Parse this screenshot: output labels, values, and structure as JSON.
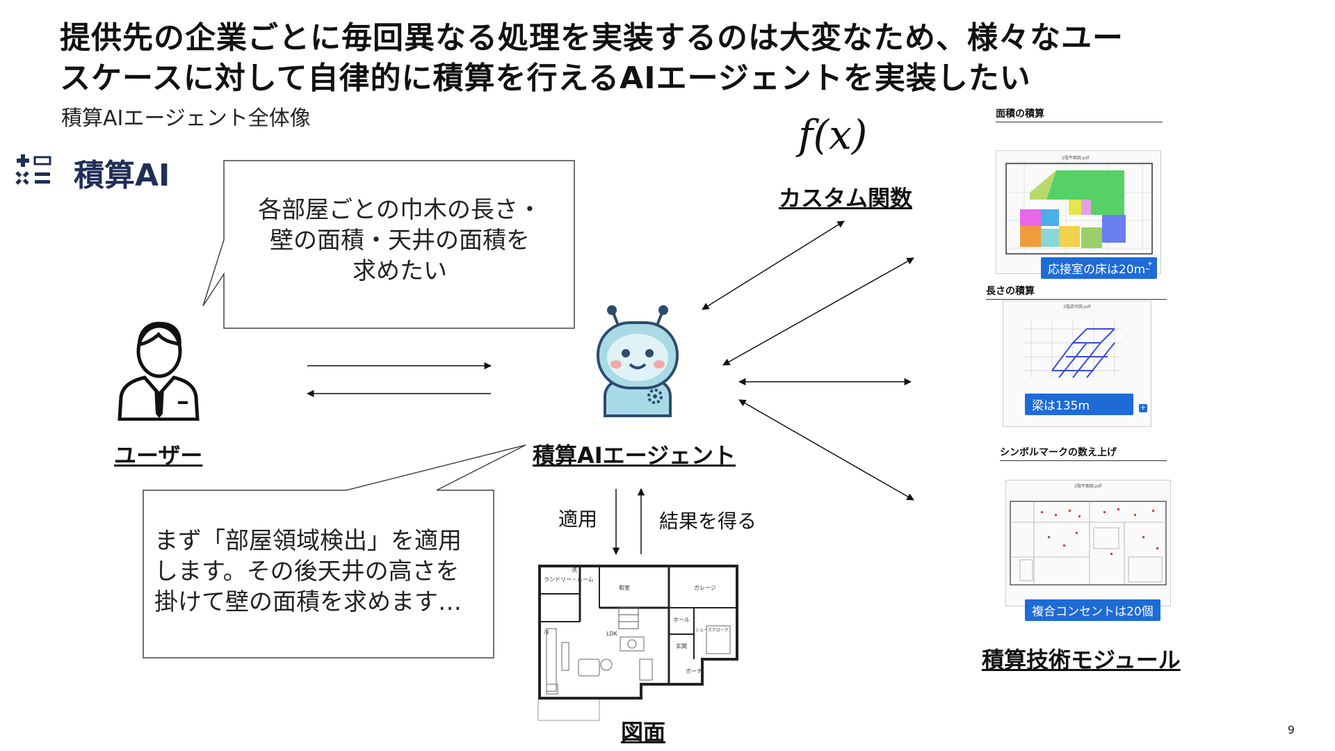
{
  "slide": {
    "title_line1": "提供先の企業ごとに毎回異なる処理を実装するのは大変なため、様々なユー",
    "title_line2": "スケースに対して自律的に積算を行えるAIエージェントを実装したい",
    "subtitle": "積算AIエージェント全体像",
    "page_number": "9"
  },
  "logo": {
    "text": "積算AI"
  },
  "user_bubble": {
    "line1": "各部屋ごとの巾木の長さ・",
    "line2": "壁の面積・天井の面積を",
    "line3": "求めたい"
  },
  "agent_bubble": {
    "line1": "まず「部屋領域検出」を適用",
    "line2": "します。その後天井の高さを",
    "line3": "掛けて壁の面積を求めます…"
  },
  "labels": {
    "user": "ユーザー",
    "agent": "積算AIエージェント",
    "custom_function": "カスタム関数",
    "function_formula": "f(x)",
    "drawing": "図面",
    "modules": "積算技術モジュール",
    "apply": "適用",
    "get_result": "結果を得る"
  },
  "modules": [
    {
      "heading": "面積の積算",
      "file": "2階平面図.pdf",
      "badge": "応接室の床は20m²"
    },
    {
      "heading": "長さの積算",
      "file": "2階梁伏図.pdf",
      "badge": "梁は135m"
    },
    {
      "heading": "シンボルマークの数え上げ",
      "file": "2階平面図.pdf",
      "badge": "複合コンセントは20個"
    }
  ],
  "floorplan": {
    "rooms": [
      "ランドリー・ルーム",
      "洗",
      "和室",
      "ガレージ",
      "LDK",
      "ホール",
      "玄関",
      "シューズクローク",
      "ポーチ",
      "冷"
    ]
  }
}
